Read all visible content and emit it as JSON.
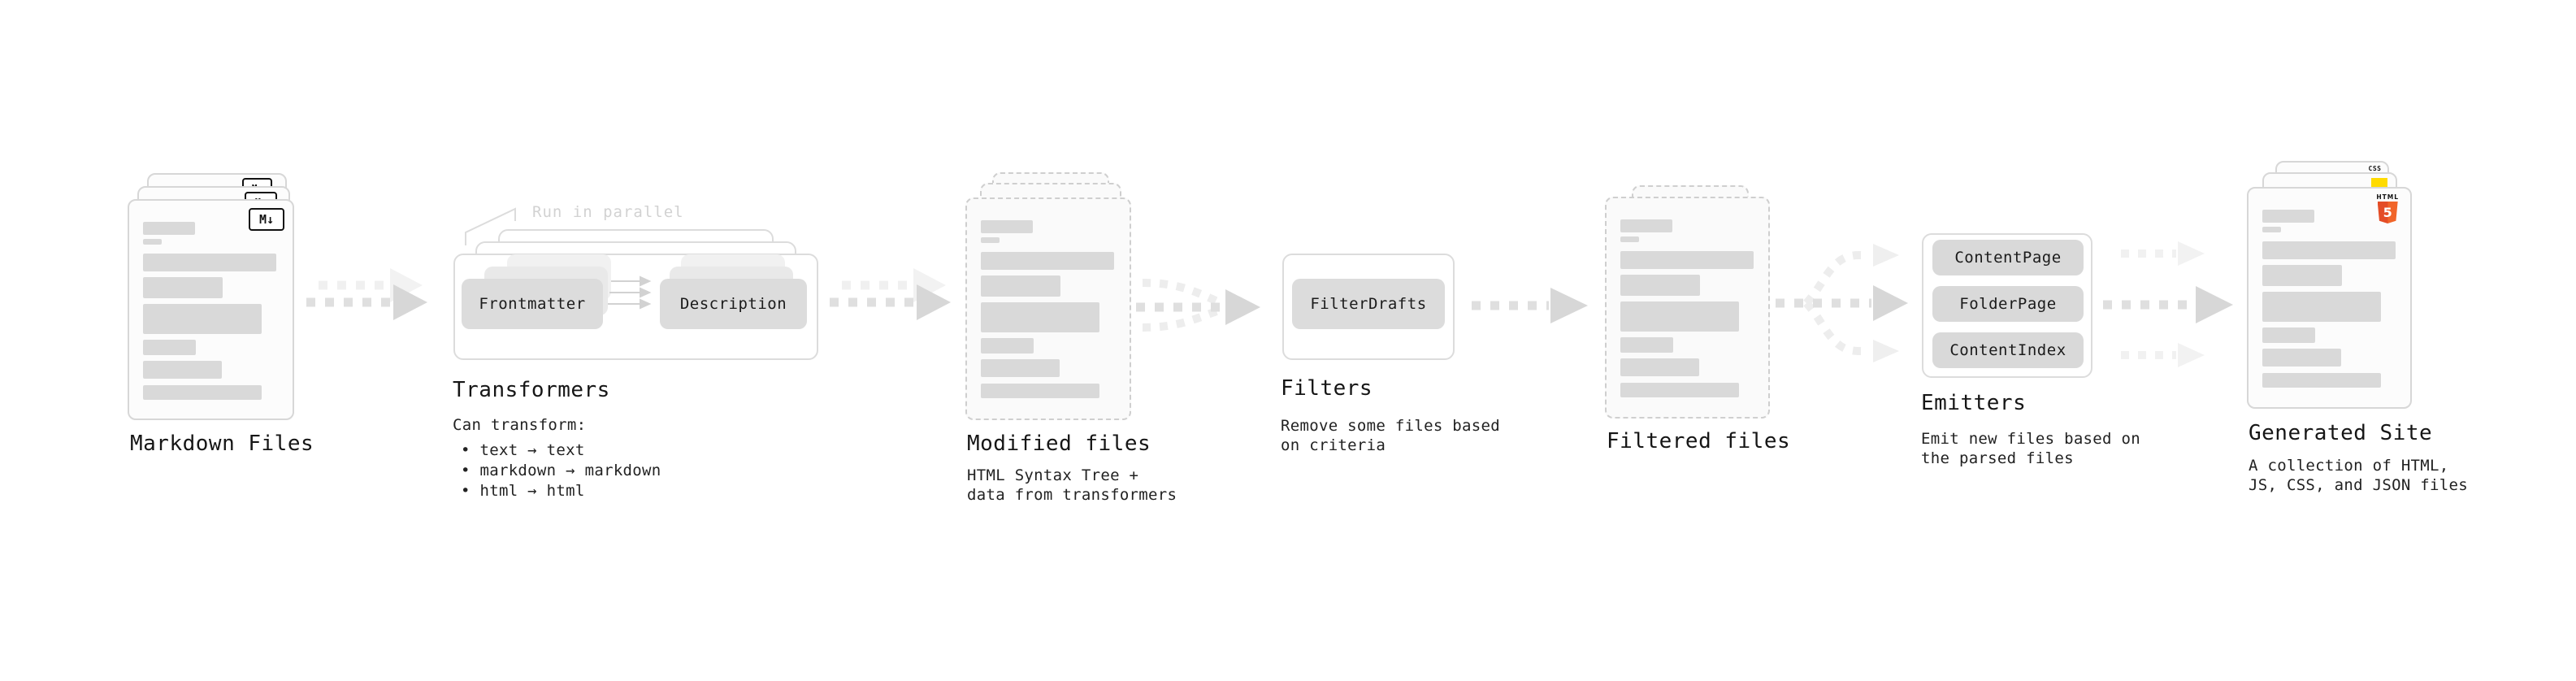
{
  "colors": {
    "pill_gray": "#dcdcdc",
    "bar_gray": "#d9d9d9",
    "arrow_gray": "#dfdfdf",
    "arrow_light": "#f0f0f0",
    "html5_orange": "#e44d26",
    "html5_orange_light": "#f16529",
    "js_yellow": "#ffdb00",
    "css_blue": "#2e6df6"
  },
  "stages": {
    "markdown_files": {
      "label": "Markdown Files",
      "badge": "M↓"
    },
    "transformers": {
      "heading": "Transformers",
      "note": "Run in parallel",
      "pill_input": "Frontmatter",
      "pill_output": "Description",
      "desc_title": "Can transform:",
      "bullets": [
        "• text → text",
        "• markdown → markdown",
        "• html → html"
      ]
    },
    "modified_files": {
      "label": "Modified files",
      "desc_line1": "HTML Syntax Tree +",
      "desc_line2": "data from transformers"
    },
    "filters": {
      "heading": "Filters",
      "pill": "FilterDrafts",
      "desc_line1": "Remove some files based",
      "desc_line2": "on criteria"
    },
    "filtered_files": {
      "label": "Filtered files"
    },
    "emitters": {
      "heading": "Emitters",
      "pills": [
        "ContentPage",
        "FolderPage",
        "ContentIndex"
      ],
      "desc_line1": "Emit new files based on",
      "desc_line2": "the parsed files"
    },
    "generated_site": {
      "label": "Generated Site",
      "desc_line1": "A collection of HTML,",
      "desc_line2": "JS, CSS, and JSON files",
      "html5_label": "HTML",
      "html5_number": "5",
      "css_label": "CSS"
    }
  }
}
